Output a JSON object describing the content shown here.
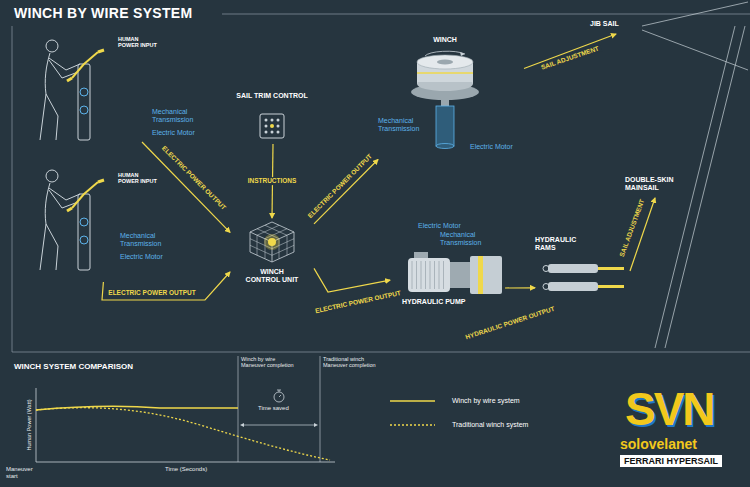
{
  "diagram": {
    "title": "WINCH BY WIRE SYSTEM",
    "nodes": [
      {
        "text": [
          "HUMAN POWER INPUT",
          "Mechanical Transmission",
          "Electric Motor"
        ]
      },
      {
        "text": [
          "HUMAN POWER INPUT",
          "Mechanical Transmission",
          "Electric Motor"
        ]
      },
      {
        "text": [
          "SAIL TRIM CONTROL"
        ]
      },
      {
        "text": [
          "WINCH CONTROL UNIT"
        ]
      },
      {
        "text": [
          "WINCH",
          "Mechanical Transmission",
          "Electric Motor"
        ]
      },
      {
        "text": [
          "Electric Motor",
          "Mechanical Transmission",
          "HYDRAULIC PUMP"
        ]
      },
      {
        "text": [
          "HYDRAULIC RAMS"
        ]
      },
      {
        "text": [
          "JIB SAIL"
        ]
      },
      {
        "text": [
          "DOUBLE-SKIN MAINSAIL"
        ]
      }
    ],
    "edges": [
      {
        "from": 0,
        "to": 3,
        "label": "ELECTRIC POWER OUTPUT",
        "arrow": "to"
      },
      {
        "from": 1,
        "to": 3,
        "label": "ELECTRIC POWER OUTPUT",
        "arrow": "to"
      },
      {
        "from": 2,
        "to": 3,
        "label": "INSTRUCTIONS",
        "arrow": "to"
      },
      {
        "from": 3,
        "to": 4,
        "label": "ELECTRIC POWER OUTPUT",
        "arrow": "to"
      },
      {
        "from": 3,
        "to": 5,
        "label": "ELECTRIC POWER OUTPUT",
        "arrow": "to"
      },
      {
        "from": 5,
        "to": 6,
        "label": "HYDRAULIC POWER OUTPUT",
        "arrow": "to"
      },
      {
        "from": 4,
        "to": 7,
        "label": "SAIL ADJUSTMENT",
        "arrow": "to"
      },
      {
        "from": 6,
        "to": 8,
        "label": "SAIL ADJUSTMENT",
        "arrow": "to"
      }
    ],
    "labels": [
      "WINCH SYSTEM COMPARISON",
      "Human Power (Watt)",
      "Time (Seconds)",
      "Maneuver start",
      "Winch by wire Maneuver completion",
      "Traditional winch Maneuver completion",
      "Time saved",
      "SVN",
      "solovelanet",
      "FERRARI HYPERSAIL"
    ],
    "legend": [
      {
        "text": "Winch by wire system"
      },
      {
        "text": "Traditional winch system"
      }
    ]
  }
}
